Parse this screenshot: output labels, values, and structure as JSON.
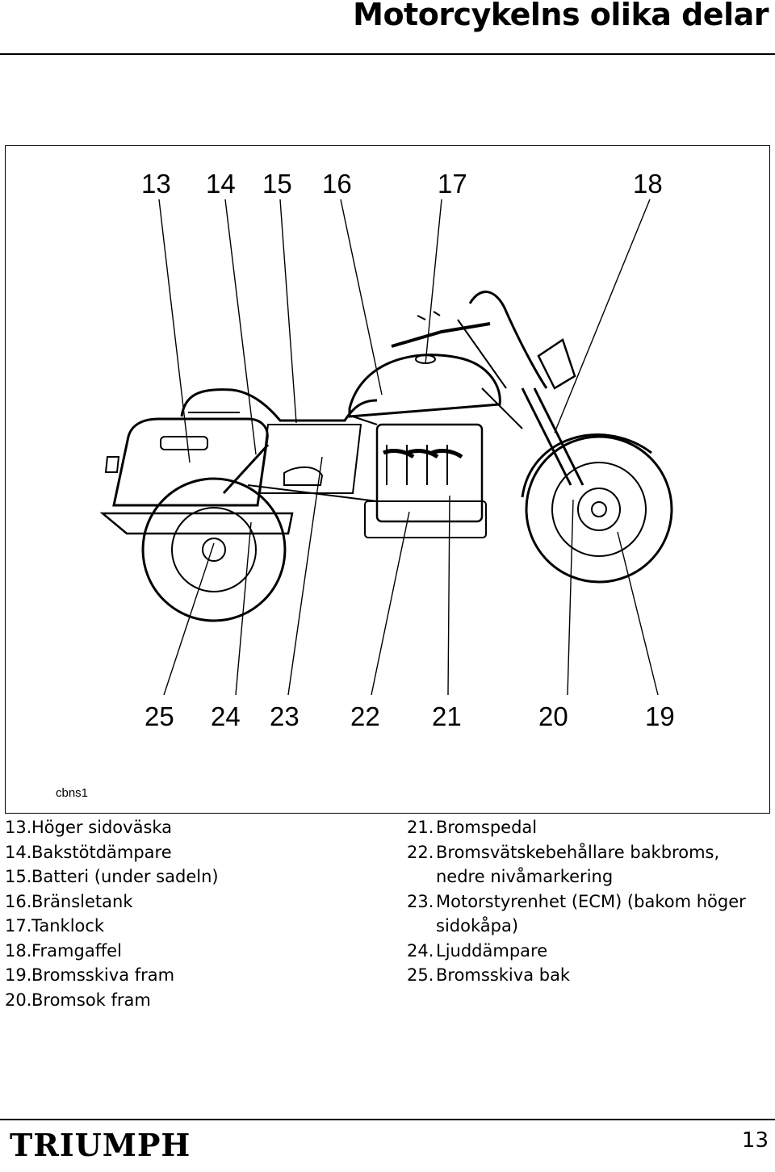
{
  "header": {
    "title": "Motorcykelns olika delar"
  },
  "figure": {
    "callouts_top": [
      "13",
      "14",
      "15",
      "16",
      "17",
      "18"
    ],
    "callouts_bottom": [
      "25",
      "24",
      "23",
      "22",
      "21",
      "20",
      "19"
    ],
    "code": "cbns1"
  },
  "legend": {
    "left": [
      {
        "num": "13.",
        "text": "Höger sidoväska"
      },
      {
        "num": "14.",
        "text": "Bakstötdämpare"
      },
      {
        "num": "15.",
        "text": "Batteri (under sadeln)"
      },
      {
        "num": "16.",
        "text": "Bränsletank"
      },
      {
        "num": "17.",
        "text": "Tanklock"
      },
      {
        "num": "18.",
        "text": "Framgaffel"
      },
      {
        "num": "19.",
        "text": "Bromsskiva fram"
      },
      {
        "num": "20.",
        "text": "Bromsok fram"
      }
    ],
    "right": [
      {
        "num": "21.",
        "text": "Bromspedal"
      },
      {
        "num": "22.",
        "text": "Bromsvätskebehållare bakbroms, nedre nivåmarkering"
      },
      {
        "num": "23.",
        "text": "Motorstyrenhet (ECM) (bakom höger sidokåpa)"
      },
      {
        "num": "24.",
        "text": "Ljuddämpare"
      },
      {
        "num": "25.",
        "text": "Bromsskiva bak"
      }
    ]
  },
  "footer": {
    "logo": "TRIUMPH",
    "page_number": "13"
  }
}
